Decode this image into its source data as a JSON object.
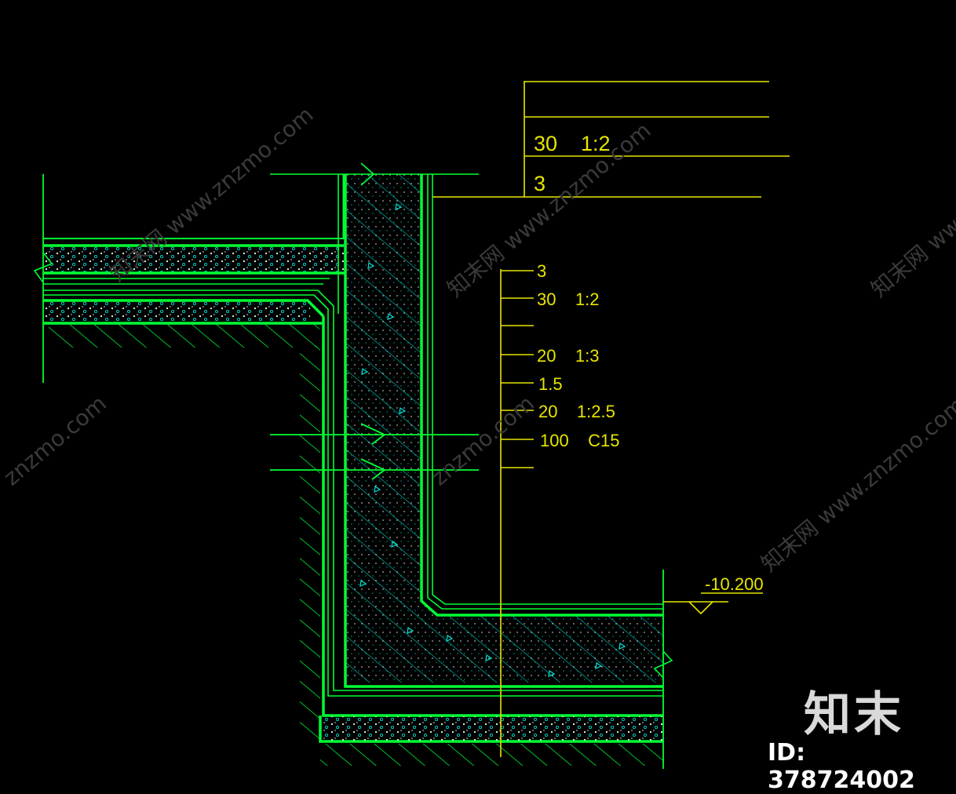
{
  "drawing": {
    "top_labels": [
      "30    1:2",
      "3"
    ],
    "layer_labels": [
      "3",
      "30    1:2",
      "",
      "20    1:3",
      "1.5",
      "20    1:2.5",
      "100    C15",
      ""
    ],
    "elevation": "-10.200"
  },
  "watermark": {
    "logo": "知末",
    "id": "ID: 378724002",
    "site_text": "znzmo.com",
    "site_text_cn": "知末网 www.znzmo.com"
  },
  "colors": {
    "background": "#000000",
    "outline": "#00ff33",
    "hatch": "#00e5d8",
    "annotation": "#e6e600"
  }
}
